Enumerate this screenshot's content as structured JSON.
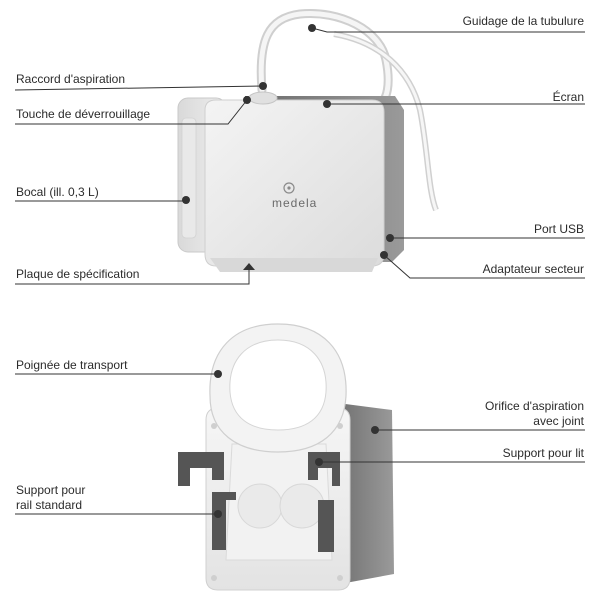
{
  "labels": {
    "top": {
      "tubing_guide": "Guidage de la tubulure",
      "suction_connector": "Raccord d'aspiration",
      "release_button": "Touche de déverrouillage",
      "screen": "Écran",
      "canister": "Bocal (ill. 0,3 L)",
      "usb_port": "Port USB",
      "spec_plate": "Plaque de spécification",
      "power_adapter": "Adaptateur secteur"
    },
    "bottom": {
      "carry_handle": "Poignée de transport",
      "suction_port_line1": "Orifice d'aspiration",
      "suction_port_line2": "avec joint",
      "bed_holder": "Support pour lit",
      "rail_holder_line1": "Support pour",
      "rail_holder_line2": "rail standard"
    }
  },
  "device": {
    "brand": "medela"
  }
}
